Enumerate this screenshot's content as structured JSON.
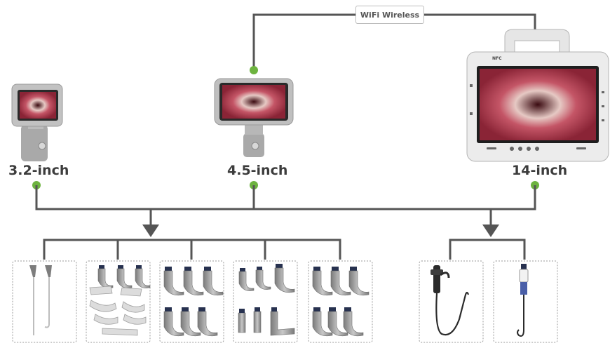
{
  "wireless_label": "WiFi Wireless",
  "devices": [
    {
      "label": "3.2-inch"
    },
    {
      "label": "4.5-inch"
    },
    {
      "label": "14-inch",
      "badge": "NFC"
    }
  ],
  "colors": {
    "line": "#555555",
    "node": "#6db33f",
    "screen": "#b8404f",
    "blade": "#8c8c8c",
    "box_border": "#9a9a9a"
  },
  "icons": [
    "monitor-icon",
    "blade-icon",
    "endoscope-icon",
    "arrow-down-icon"
  ]
}
